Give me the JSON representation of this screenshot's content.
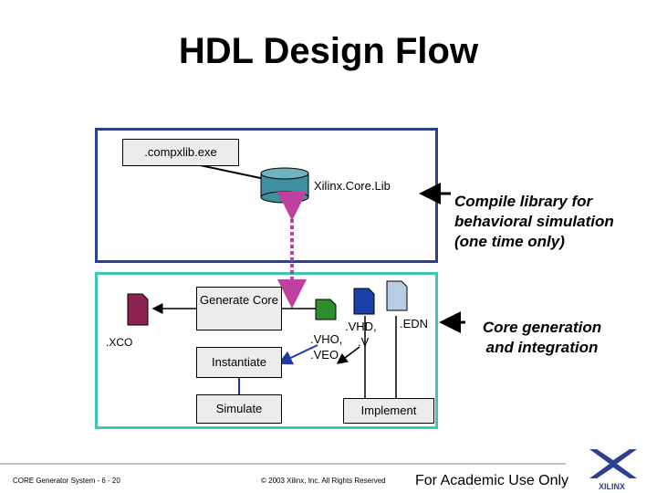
{
  "title": "HDL Design Flow",
  "flow": {
    "compxlib": ".compxlib.exe",
    "library": "Xilinx.Core.Lib",
    "generate_core": "Generate Core",
    "instantiate": "Instantiate",
    "simulate": "Simulate",
    "implement": "Implement",
    "xco": ".XCO",
    "vho": ".VHO,",
    "veo": ".VEO",
    "vhd": ".VHD,",
    "v": ".V",
    "edn": ".EDN"
  },
  "notes": {
    "compile_library": "Compile library for behavioral simulation (one time only)",
    "core_generation": "Core generation and integration"
  },
  "footer": {
    "left": "CORE Generator System - 6 - 20",
    "copyright": "© 2003 Xilinx, Inc. All Rights Reserved",
    "academic": "For Academic Use Only",
    "logo_text": "XILINX"
  },
  "colors": {
    "blue_frame": "#2f3f8f",
    "teal_frame": "#3cc8b4",
    "xco_file": "#8b2252",
    "vho_file": "#2e8b2e",
    "vhd_file": "#1a3fa8",
    "edn_file": "#b8cce4",
    "database": "#3f8f9f"
  }
}
